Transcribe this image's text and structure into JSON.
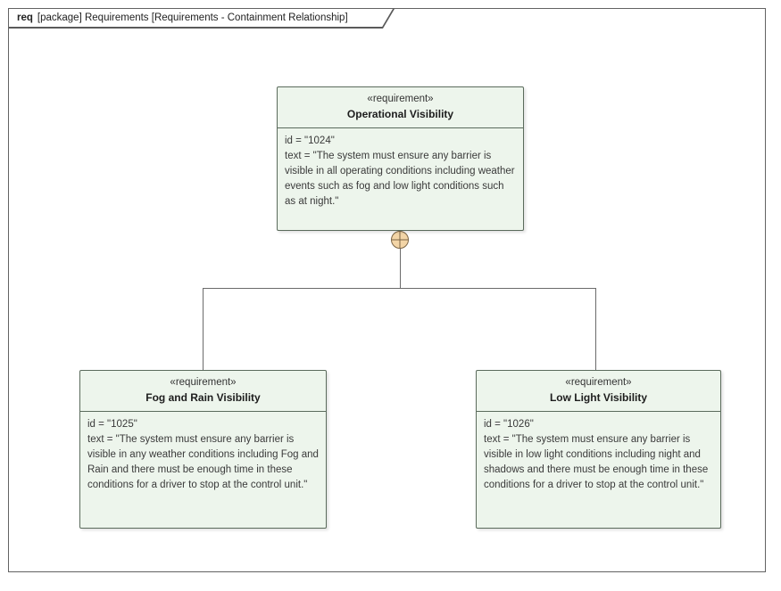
{
  "frame": {
    "keyword": "req",
    "title": "[package] Requirements [Requirements - Containment Relationship]"
  },
  "colors": {
    "box_fill": "#edf5ec",
    "box_border": "#5b6b5c",
    "frame_border": "#636363",
    "connector_line": "#6b6b6b",
    "containment_fill": "#f3d5a7",
    "containment_border": "#7c6546"
  },
  "requirements": {
    "operational": {
      "stereotype": "«requirement»",
      "name": "Operational Visibility",
      "id": "id = \"1024\"",
      "text": "text = \"The system must ensure any barrier is visible in all operating conditions including weather events such as fog and low light conditions such as at night.\""
    },
    "fog_rain": {
      "stereotype": "«requirement»",
      "name": "Fog and Rain Visibility",
      "id": "id = \"1025\"",
      "text": "text = \"The system must ensure any barrier is visible in any weather conditions including Fog and Rain and there must be enough time in these conditions for a driver to stop at the control unit.\""
    },
    "low_light": {
      "stereotype": "«requirement»",
      "name": "Low Light Visibility",
      "id": "id = \"1026\"",
      "text": "text = \"The system must ensure any barrier is visible in low light conditions including night and shadows and there must be enough time in these conditions for a driver to stop at the control unit.\""
    }
  }
}
